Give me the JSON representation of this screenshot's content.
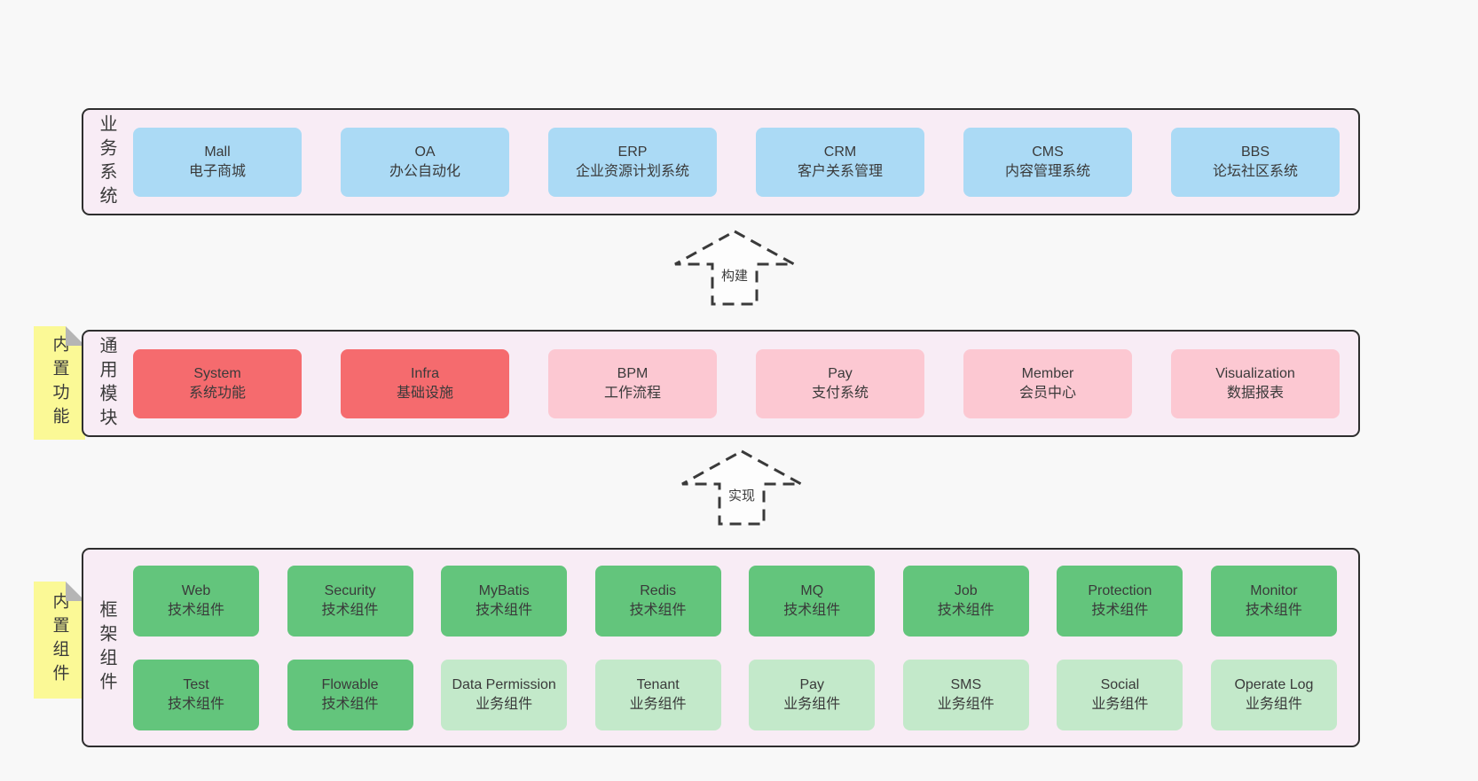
{
  "colors": {
    "page_bg": "#f8f8f8",
    "container_fill": "#f8ecf5",
    "container_border": "#2e2e2e",
    "blue": "#abdaf5",
    "red": "#f56b6e",
    "pink": "#fcc8d2",
    "green_dark": "#63c57c",
    "green_light": "#c3e9ca",
    "yellow": "#fbf996",
    "fold_gray": "#b5b5b5",
    "text": "#3a3a3a",
    "arrow": "#3a3a3a"
  },
  "arrows": [
    {
      "label": "构建"
    },
    {
      "label": "实现"
    }
  ],
  "layers": [
    {
      "label": "业务系统",
      "boxes": [
        {
          "title": "Mall",
          "subtitle": "电子商城",
          "variant": "blue"
        },
        {
          "title": "OA",
          "subtitle": "办公自动化",
          "variant": "blue"
        },
        {
          "title": "ERP",
          "subtitle": "企业资源计划系统",
          "variant": "blue"
        },
        {
          "title": "CRM",
          "subtitle": "客户关系管理",
          "variant": "blue"
        },
        {
          "title": "CMS",
          "subtitle": "内容管理系统",
          "variant": "blue"
        },
        {
          "title": "BBS",
          "subtitle": "论坛社区系统",
          "variant": "blue"
        }
      ]
    },
    {
      "label": "通用模块",
      "sticky": "内置功能",
      "boxes": [
        {
          "title": "System",
          "subtitle": "系统功能",
          "variant": "red"
        },
        {
          "title": "Infra",
          "subtitle": "基础设施",
          "variant": "red"
        },
        {
          "title": "BPM",
          "subtitle": "工作流程",
          "variant": "pink"
        },
        {
          "title": "Pay",
          "subtitle": "支付系统",
          "variant": "pink"
        },
        {
          "title": "Member",
          "subtitle": "会员中心",
          "variant": "pink"
        },
        {
          "title": "Visualization",
          "subtitle": "数据报表",
          "variant": "pink"
        }
      ]
    },
    {
      "label": "框架组件",
      "sticky": "内置组件",
      "rows": [
        [
          {
            "title": "Web",
            "subtitle": "技术组件",
            "variant": "green"
          },
          {
            "title": "Security",
            "subtitle": "技术组件",
            "variant": "green"
          },
          {
            "title": "MyBatis",
            "subtitle": "技术组件",
            "variant": "green"
          },
          {
            "title": "Redis",
            "subtitle": "技术组件",
            "variant": "green"
          },
          {
            "title": "MQ",
            "subtitle": "技术组件",
            "variant": "green"
          },
          {
            "title": "Job",
            "subtitle": "技术组件",
            "variant": "green"
          },
          {
            "title": "Protection",
            "subtitle": "技术组件",
            "variant": "green"
          },
          {
            "title": "Monitor",
            "subtitle": "技术组件",
            "variant": "green"
          }
        ],
        [
          {
            "title": "Test",
            "subtitle": "技术组件",
            "variant": "green"
          },
          {
            "title": "Flowable",
            "subtitle": "技术组件",
            "variant": "green"
          },
          {
            "title": "Data Permission",
            "subtitle": "业务组件",
            "variant": "green-light"
          },
          {
            "title": "Tenant",
            "subtitle": "业务组件",
            "variant": "green-light"
          },
          {
            "title": "Pay",
            "subtitle": "业务组件",
            "variant": "green-light"
          },
          {
            "title": "SMS",
            "subtitle": "业务组件",
            "variant": "green-light"
          },
          {
            "title": "Social",
            "subtitle": "业务组件",
            "variant": "green-light"
          },
          {
            "title": "Operate Log",
            "subtitle": "业务组件",
            "variant": "green-light"
          }
        ]
      ]
    }
  ]
}
